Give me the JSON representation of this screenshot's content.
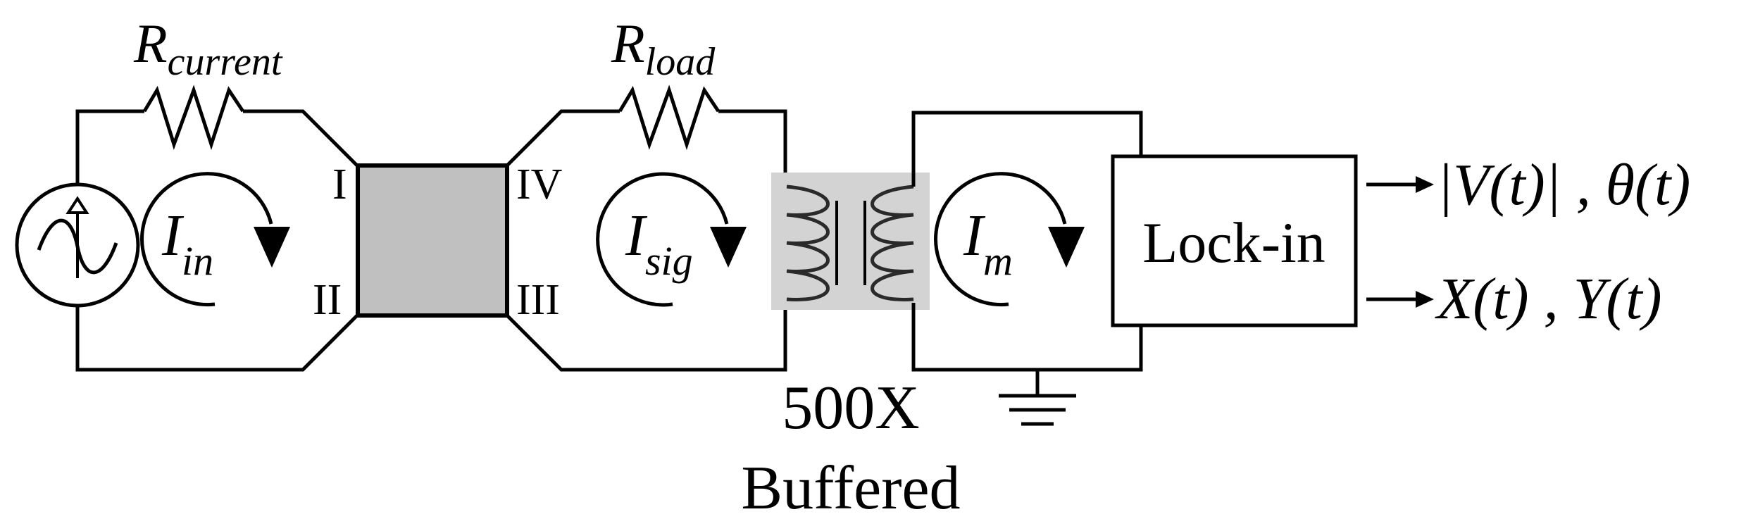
{
  "colors": {
    "wire": "#000000",
    "sample": "#c0c0c0",
    "transformer_box": "#d3d3d3",
    "coil": "#2a2a2a",
    "background": "#ffffff"
  },
  "resistors": {
    "current": {
      "symbol": "R",
      "subscript": "current"
    },
    "load": {
      "symbol": "R",
      "subscript": "load"
    }
  },
  "currents": {
    "in": {
      "symbol": "I",
      "subscript": "in"
    },
    "sig": {
      "symbol": "I",
      "subscript": "sig"
    },
    "m": {
      "symbol": "I",
      "subscript": "m"
    }
  },
  "terminals": [
    "I",
    "II",
    "III",
    "IV"
  ],
  "transformer": {
    "ratio": "500X",
    "label": "Buffered"
  },
  "lockin": {
    "label": "Lock-in"
  },
  "outputs": {
    "polar": "|V(t)| , θ(t)",
    "cartesian": "X(t) , Y(t)"
  },
  "icons": [
    "ac-source-icon",
    "resistor-icon",
    "current-loop-arrow-icon",
    "transformer-icon",
    "ground-icon",
    "output-arrow-icon"
  ]
}
